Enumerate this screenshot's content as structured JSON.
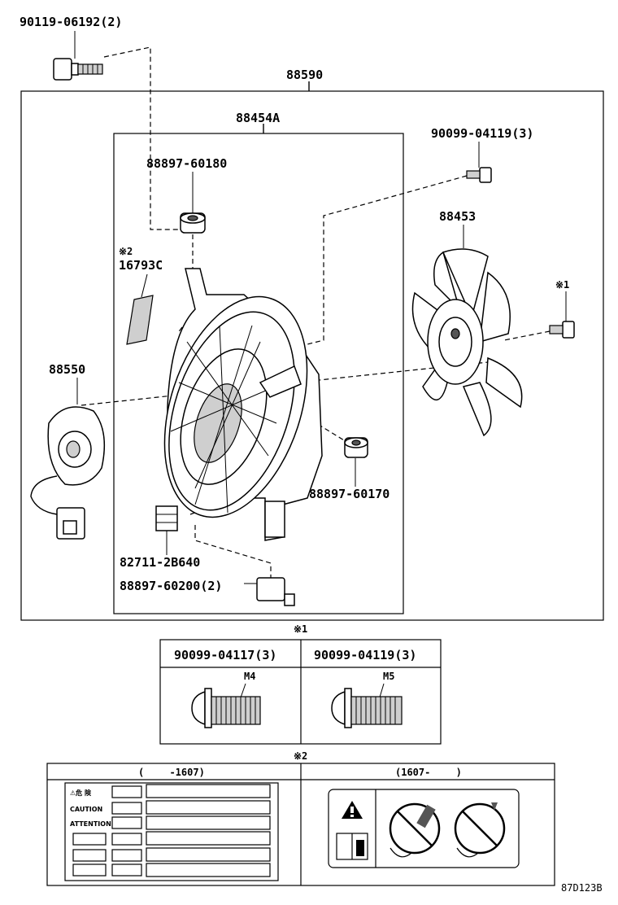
{
  "parts": {
    "bolt_top": "90119-06192(2)",
    "assembly": "88590",
    "shroud_assy": "88454A",
    "bolt_right": "90099-04119(3)",
    "grommet_upper": "88897-60180",
    "fan": "88453",
    "label_ref": "※2",
    "label_part": "16793C",
    "bolt_ref": "※1",
    "motor": "88550",
    "grommet_lower": "88897-60170",
    "clip": "82711-2B640",
    "clamp": "88897-60200(2)"
  },
  "note1": {
    "marker": "※1",
    "col1_part": "90099-04117(3)",
    "col1_size": "M4",
    "col2_part": "90099-04119(3)",
    "col2_size": "M5"
  },
  "note2": {
    "marker": "※2",
    "col1_header": "(　 　-1607)",
    "col2_header": "(1607-　 　)",
    "label_rows": [
      "⚠危 険",
      "CAUTION",
      "ATTENTION"
    ]
  },
  "figure_code": "87D123B"
}
